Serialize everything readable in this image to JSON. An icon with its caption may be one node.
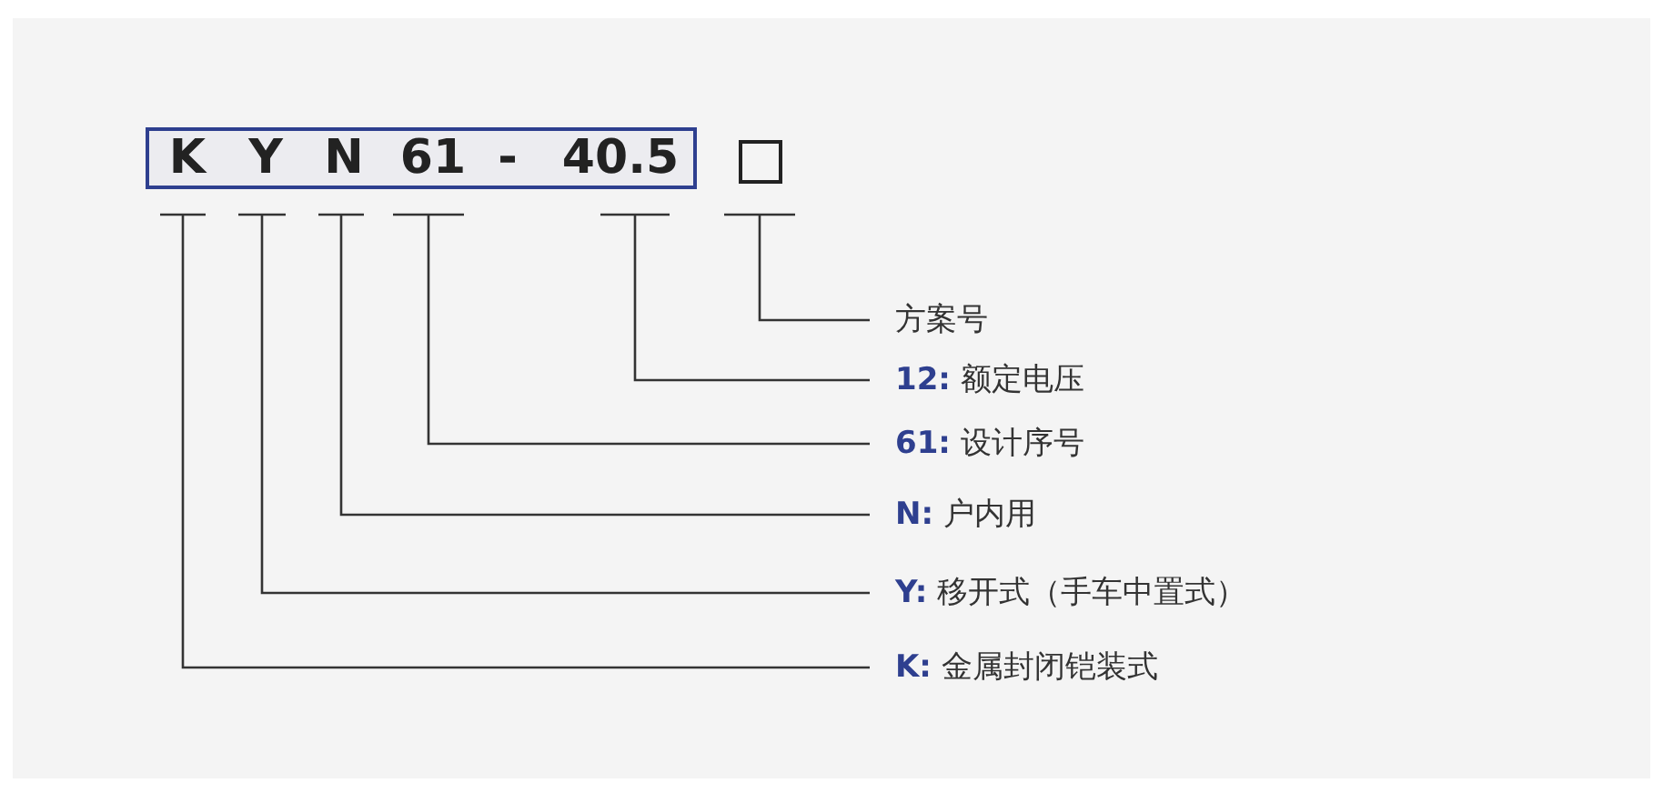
{
  "diagram": {
    "nodes": [
      {
        "text": [],
        "shape": "box"
      },
      {
        "text": [
          "K"
        ],
        "in": 0
      },
      {
        "text": [
          "Y"
        ],
        "in": 0
      },
      {
        "text": [
          "N"
        ],
        "in": 0
      },
      {
        "text": [
          "61"
        ],
        "in": 0
      },
      {
        "text": [
          "40.5"
        ],
        "in": 0
      },
      {
        "text": [],
        "shape": "box"
      },
      {
        "text": [
          "方案号"
        ]
      },
      {
        "text": [
          "**12:** 额定电压"
        ]
      },
      {
        "text": [
          "**61:** 设计序号"
        ]
      },
      {
        "text": [
          "**N:** 户内用"
        ]
      },
      {
        "text": [
          "**Y:** 移开式（手车中置式）"
        ]
      },
      {
        "text": [
          "**K:** 金属封闭铠装式"
        ]
      }
    ],
    "edges": [
      {
        "from": 6,
        "to": 7,
        "arrow": "none"
      },
      {
        "from": 5,
        "to": 8,
        "arrow": "none"
      },
      {
        "from": 4,
        "to": 9,
        "arrow": "none"
      },
      {
        "from": 3,
        "to": 10,
        "arrow": "none"
      },
      {
        "from": 2,
        "to": 11,
        "arrow": "none"
      },
      {
        "from": 1,
        "to": 12,
        "arrow": "none"
      }
    ],
    "labels": [
      "-"
    ]
  }
}
